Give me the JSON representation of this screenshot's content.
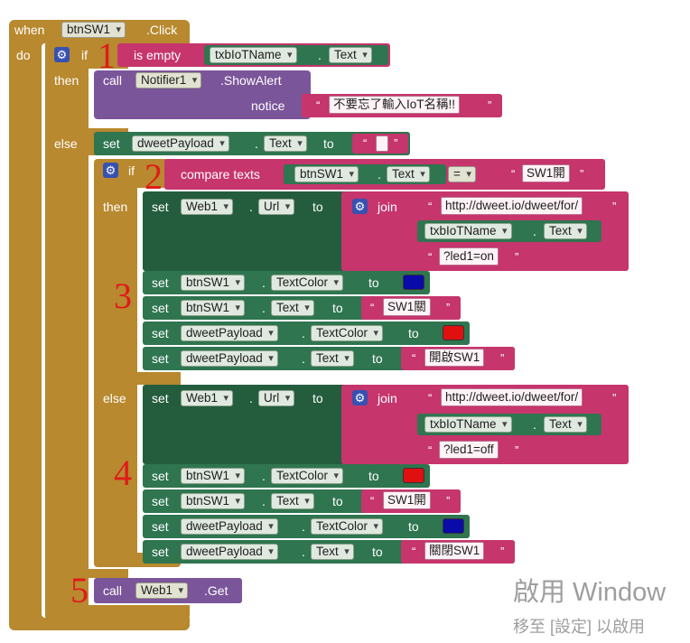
{
  "event": {
    "when": "when",
    "component": "btnSW1",
    "event": ".Click",
    "do": "do"
  },
  "if1": {
    "if": "if",
    "then": "then",
    "else": "else"
  },
  "is_empty": {
    "label": "is empty",
    "component": "txbIoTName",
    "property": "Text"
  },
  "alert": {
    "call": "call",
    "component": "Notifier1",
    "method": ".ShowAlert",
    "notice": "notice",
    "message": "不要忘了輸入IoT名稱!!"
  },
  "set_dweet_empty": {
    "set": "set",
    "component": "dweetPayload",
    "property": "Text",
    "to": "to",
    "value": ""
  },
  "if2": {
    "if": "if",
    "then": "then",
    "else": "else"
  },
  "compare": {
    "label": "compare texts",
    "component": "btnSW1",
    "property": "Text",
    "op": "=",
    "value": "SW1開"
  },
  "then_branch": {
    "set_url": {
      "set": "set",
      "component": "Web1",
      "property": "Url",
      "to": "to",
      "join": "join",
      "url": "http://dweet.io/dweet/for/",
      "name_comp": "txbIoTName",
      "name_prop": "Text",
      "query": "?led1=on"
    },
    "rows": [
      {
        "set": "set",
        "component": "btnSW1",
        "property": "TextColor",
        "to": "to",
        "color": "#0a0aa8"
      },
      {
        "set": "set",
        "component": "btnSW1",
        "property": "Text",
        "to": "to",
        "text": "SW1關"
      },
      {
        "set": "set",
        "component": "dweetPayload",
        "property": "TextColor",
        "to": "to",
        "color": "#e01010"
      },
      {
        "set": "set",
        "component": "dweetPayload",
        "property": "Text",
        "to": "to",
        "text": "開啟SW1"
      }
    ]
  },
  "else_branch": {
    "set_url": {
      "set": "set",
      "component": "Web1",
      "property": "Url",
      "to": "to",
      "join": "join",
      "url": "http://dweet.io/dweet/for/",
      "name_comp": "txbIoTName",
      "name_prop": "Text",
      "query": "?led1=off"
    },
    "rows": [
      {
        "set": "set",
        "component": "btnSW1",
        "property": "TextColor",
        "to": "to",
        "color": "#e01010"
      },
      {
        "set": "set",
        "component": "btnSW1",
        "property": "Text",
        "to": "to",
        "text": "SW1開"
      },
      {
        "set": "set",
        "component": "dweetPayload",
        "property": "TextColor",
        "to": "to",
        "color": "#0a0aa8"
      },
      {
        "set": "set",
        "component": "dweetPayload",
        "property": "Text",
        "to": "to",
        "text": "關閉SW1"
      }
    ]
  },
  "get": {
    "call": "call",
    "component": "Web1",
    "method": ".Get"
  },
  "annotations": [
    "1",
    "2",
    "3",
    "4",
    "5"
  ],
  "watermark": {
    "line1": "啟用 Window",
    "line2": "移至 [設定] 以啟用"
  },
  "colors": {
    "event": "#b8892f",
    "text_block": "#c6356c",
    "procedure": "#7b559a",
    "setter": "#2f7550",
    "gear": "#3651b0",
    "blue": "#0a0aa8",
    "red": "#e01010"
  }
}
